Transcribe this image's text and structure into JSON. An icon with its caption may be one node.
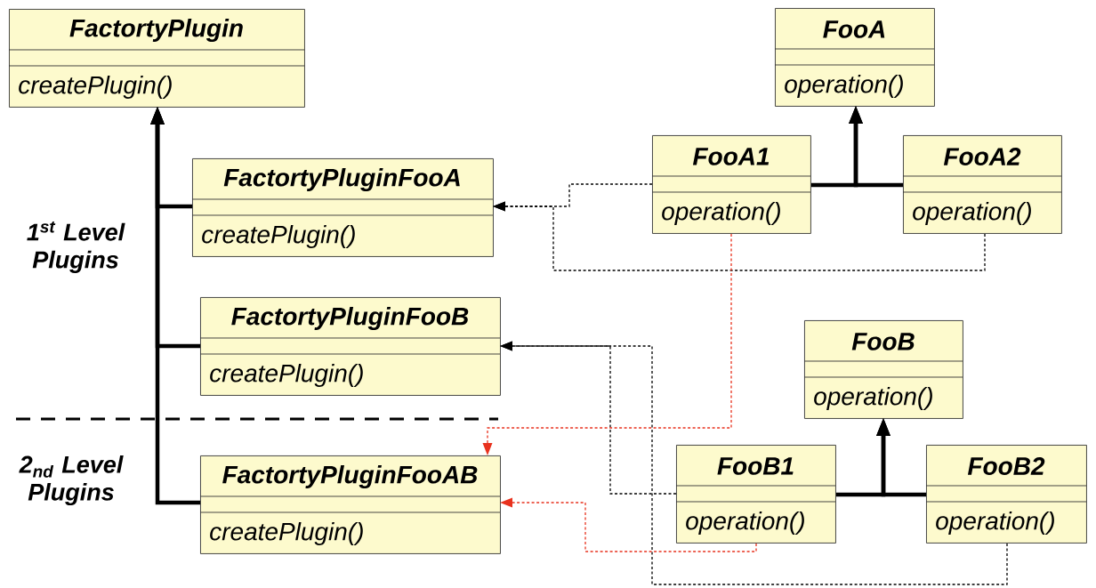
{
  "diagram": {
    "nodes": [
      {
        "text": [
          "FactortyPlugin",
          "createPlugin()"
        ]
      },
      {
        "text": [
          "FooA",
          "operation()"
        ]
      },
      {
        "text": [
          "FactortyPluginFooA",
          "createPlugin()"
        ]
      },
      {
        "text": [
          "FooA1",
          "operation()"
        ]
      },
      {
        "text": [
          "FooA2",
          "operation()"
        ]
      },
      {
        "text": [
          "FactortyPluginFooB",
          "createPlugin()"
        ]
      },
      {
        "text": [
          "FooB",
          "operation()"
        ]
      },
      {
        "text": [
          "FactortyPluginFooAB",
          "createPlugin()"
        ]
      },
      {
        "text": [
          "FooB1",
          "operation()"
        ]
      },
      {
        "text": [
          "FooB2",
          "operation()"
        ]
      }
    ],
    "edges": [
      {
        "from": 2,
        "to": 0,
        "arrow": "to"
      },
      {
        "from": 5,
        "to": 0,
        "arrow": "to"
      },
      {
        "from": 7,
        "to": 0,
        "arrow": "to"
      },
      {
        "from": 3,
        "to": 1,
        "arrow": "to"
      },
      {
        "from": 4,
        "to": 1,
        "arrow": "to"
      },
      {
        "from": 8,
        "to": 6,
        "arrow": "to"
      },
      {
        "from": 9,
        "to": 6,
        "arrow": "to"
      },
      {
        "from": 3,
        "to": 2,
        "arrow": "to",
        "style": "dashed"
      },
      {
        "from": 4,
        "to": 2,
        "arrow": "to",
        "style": "dashed"
      },
      {
        "from": 8,
        "to": 5,
        "arrow": "to",
        "style": "dashed"
      },
      {
        "from": 9,
        "to": 5,
        "arrow": "to",
        "style": "dashed"
      },
      {
        "from": 3,
        "to": 7,
        "arrow": "to",
        "style": "dashed",
        "color": "#e8321e"
      },
      {
        "from": 8,
        "to": 7,
        "arrow": "to",
        "style": "dashed",
        "color": "#e8321e"
      }
    ],
    "labels": [
      "1$^{st}$ Level Plugins",
      "2$_{nd}$ Level Plugins"
    ]
  }
}
